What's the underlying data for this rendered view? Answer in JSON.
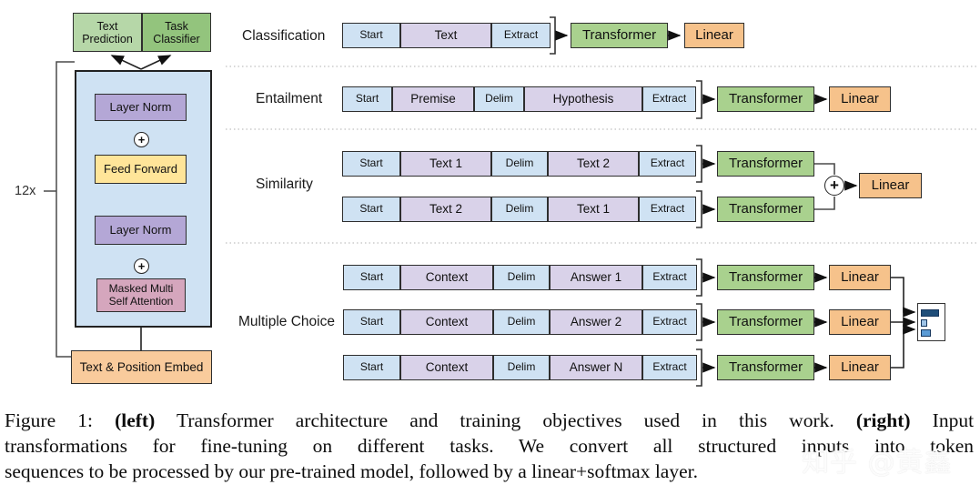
{
  "labels": {
    "transformer": "Transformer",
    "linear": "Linear",
    "plus": "+"
  },
  "architecture": {
    "repeat": "12x",
    "head_left": {
      "line1": "Text",
      "line2": "Prediction"
    },
    "head_right": {
      "line1": "Task",
      "line2": "Classifier"
    },
    "layer_norm_top": "Layer Norm",
    "feed_forward": "Feed Forward",
    "layer_norm_bottom": "Layer Norm",
    "attention": {
      "line1": "Masked Multi",
      "line2": "Self Attention"
    },
    "embed": "Text & Position Embed"
  },
  "tasks": [
    {
      "label": "Classification",
      "rows": [
        {
          "tokens": [
            "Start",
            "Text",
            "Extract"
          ]
        }
      ]
    },
    {
      "label": "Entailment",
      "rows": [
        {
          "tokens": [
            "Start",
            "Premise",
            "Delim",
            "Hypothesis",
            "Extract"
          ]
        }
      ]
    },
    {
      "label": "Similarity",
      "rows": [
        {
          "tokens": [
            "Start",
            "Text 1",
            "Delim",
            "Text 2",
            "Extract"
          ]
        },
        {
          "tokens": [
            "Start",
            "Text 2",
            "Delim",
            "Text 1",
            "Extract"
          ]
        }
      ]
    },
    {
      "label": "Multiple Choice",
      "rows": [
        {
          "tokens": [
            "Start",
            "Context",
            "Delim",
            "Answer 1",
            "Extract"
          ]
        },
        {
          "tokens": [
            "Start",
            "Context",
            "Delim",
            "Answer 2",
            "Extract"
          ]
        },
        {
          "tokens": [
            "Start",
            "Context",
            "Delim",
            "Answer N",
            "Extract"
          ]
        }
      ]
    }
  ],
  "caption": {
    "prefix": "Figure 1:",
    "left_tag": "(left)",
    "seg1": "Transformer architecture and training objectives used in this work.",
    "right_tag": "(right)",
    "seg2": "Input",
    "line2": "transformations for fine-tuning on different tasks.  We convert all structured inputs into token",
    "line3": "sequences to be processed by our pre-trained model, followed by a linear+softmax layer."
  },
  "watermark": "知乎 @黄鑫",
  "colors": {
    "token_control_blue": "#cfe2f3",
    "token_content_lavender": "#d9d2e9",
    "transformer_green": "#a9d18e",
    "linear_orange": "#f6c28b",
    "container_blue": "#cfe2f3",
    "layer_norm_purple": "#b4a7d6",
    "feed_forward_yellow": "#ffe599",
    "attention_pink": "#d5a6bd",
    "embed_orange": "#f9cb9c",
    "head_green_light": "#b6d7a8",
    "head_green": "#93c47d",
    "bar_dark": "#1f4e79",
    "bar_light": "#9dc3e6",
    "bar_mid": "#5b9bd5"
  }
}
